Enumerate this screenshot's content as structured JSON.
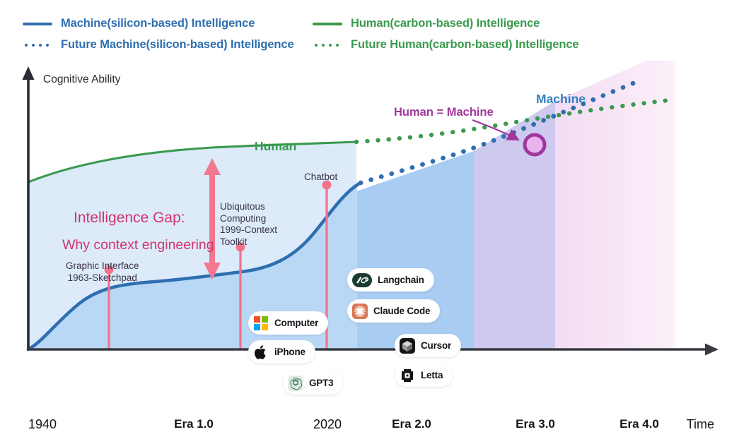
{
  "legend": {
    "items": [
      {
        "label": "Machine(silicon-based) Intelligence",
        "color": "#2f6fb0",
        "style": "solid"
      },
      {
        "label": "Future Machine(silicon-based) Intelligence",
        "color": "#2f6fb0",
        "style": "dotted"
      },
      {
        "label": "Human(carbon-based) Intelligence",
        "color": "#3a9a4e",
        "style": "solid"
      },
      {
        "label": "Future Human(carbon-based) Intelligence",
        "color": "#3a9a4e",
        "style": "dotted"
      }
    ]
  },
  "axes": {
    "y_label": "Cognitive Ability",
    "x_label": "Time",
    "x_ticks": [
      "1940",
      "Era 1.0",
      "2020",
      "Era 2.0",
      "Era 3.0",
      "Era 4.0"
    ]
  },
  "curve_labels": {
    "human": "Human",
    "machine": "Machine",
    "crossing": "Human = Machine"
  },
  "gap": {
    "title": "Intelligence Gap:",
    "subtitle": "Why context engineering"
  },
  "annotations": [
    {
      "name": "graphic-interface",
      "line1": "Graphic Interface",
      "line2": "1963-Sketchpad"
    },
    {
      "name": "ubiquitous-computing",
      "line1": "Ubiquitous",
      "line2": "Computing",
      "line3": "1999-Context",
      "line4": "Toolkit"
    },
    {
      "name": "chatbot",
      "line1": "Chatbot"
    }
  ],
  "badges": [
    {
      "label": "Computer",
      "icon": "microsoft-icon"
    },
    {
      "label": "iPhone",
      "icon": "apple-icon"
    },
    {
      "label": "GPT3",
      "icon": "openai-icon"
    },
    {
      "label": "Langchain",
      "icon": "langchain-icon"
    },
    {
      "label": "Claude Code",
      "icon": "claude-icon"
    },
    {
      "label": "Cursor",
      "icon": "cursor-icon"
    },
    {
      "label": "Letta",
      "icon": "letta-icon"
    }
  ],
  "colors": {
    "machine": "#2f6fb0",
    "human": "#3a9a4e",
    "gap_text": "#d0356b",
    "gap_arrow": "#f2788f",
    "crossing": "#a0369b",
    "annotation_stem": "#f4718c",
    "band_blue": "#a9ccf2",
    "band_purple": "#c9c4ee",
    "band_pink": "#f2dcf2",
    "fill_light": "#d9eafa",
    "axis": "#2b2b33"
  },
  "chart_data": {
    "type": "line",
    "title": "Machine vs Human Intelligence over Time",
    "xlabel": "Time",
    "ylabel": "Cognitive Ability",
    "x_tick_labels": [
      "1940",
      "Era 1.0",
      "2020",
      "Era 2.0",
      "Era 3.0",
      "Era 4.0"
    ],
    "grid": false,
    "legend_position": "top",
    "series": [
      {
        "name": "Machine(silicon-based) Intelligence",
        "style": "solid",
        "color": "#2f6fb0",
        "points": [
          [
            1940,
            2
          ],
          [
            1950,
            8
          ],
          [
            1960,
            22
          ],
          [
            1970,
            34
          ],
          [
            1975,
            40
          ],
          [
            1985,
            44
          ],
          [
            1995,
            47
          ],
          [
            2005,
            50
          ],
          [
            2012,
            53
          ],
          [
            2016,
            58
          ],
          [
            2019,
            70
          ],
          [
            2020,
            78
          ],
          [
            2021,
            88
          ],
          [
            2022,
            96
          ],
          [
            2023,
            101
          ]
        ]
      },
      {
        "name": "Future Machine(silicon-based) Intelligence",
        "style": "dotted",
        "color": "#2f6fb0",
        "points": [
          [
            2023,
            101
          ],
          [
            2026,
            106
          ],
          [
            2030,
            113
          ],
          [
            2035,
            122
          ],
          [
            2040,
            131
          ],
          [
            2045,
            141
          ],
          [
            2050,
            152
          ],
          [
            2055,
            163
          ],
          [
            2060,
            172
          ]
        ]
      },
      {
        "name": "Human(carbon-based) Intelligence",
        "style": "solid",
        "color": "#3a9a4e",
        "points": [
          [
            1940,
            98
          ],
          [
            1950,
            106
          ],
          [
            1960,
            112
          ],
          [
            1975,
            116
          ],
          [
            1990,
            118
          ],
          [
            2005,
            120
          ],
          [
            2020,
            121
          ]
        ]
      },
      {
        "name": "Future Human(carbon-based) Intelligence",
        "style": "dotted",
        "color": "#3a9a4e",
        "points": [
          [
            2020,
            121
          ],
          [
            2030,
            125
          ],
          [
            2040,
            130
          ],
          [
            2048,
            136
          ],
          [
            2055,
            143
          ],
          [
            2060,
            150
          ],
          [
            2065,
            156
          ]
        ]
      }
    ],
    "annotations": [
      {
        "text": "Graphic Interface 1963-Sketchpad",
        "x": 1963
      },
      {
        "text": "Ubiquitous Computing 1999-Context Toolkit",
        "x": 1999
      },
      {
        "text": "Chatbot",
        "x": 2020
      },
      {
        "text": "Human = Machine",
        "note": "crossing point of the two dotted future curves"
      },
      {
        "text": "Intelligence Gap: Why context engineering",
        "note": "shaded region between machine and human curves"
      }
    ],
    "milestones": [
      "Computer",
      "iPhone",
      "GPT3",
      "Langchain",
      "Claude Code",
      "Cursor",
      "Letta"
    ]
  }
}
